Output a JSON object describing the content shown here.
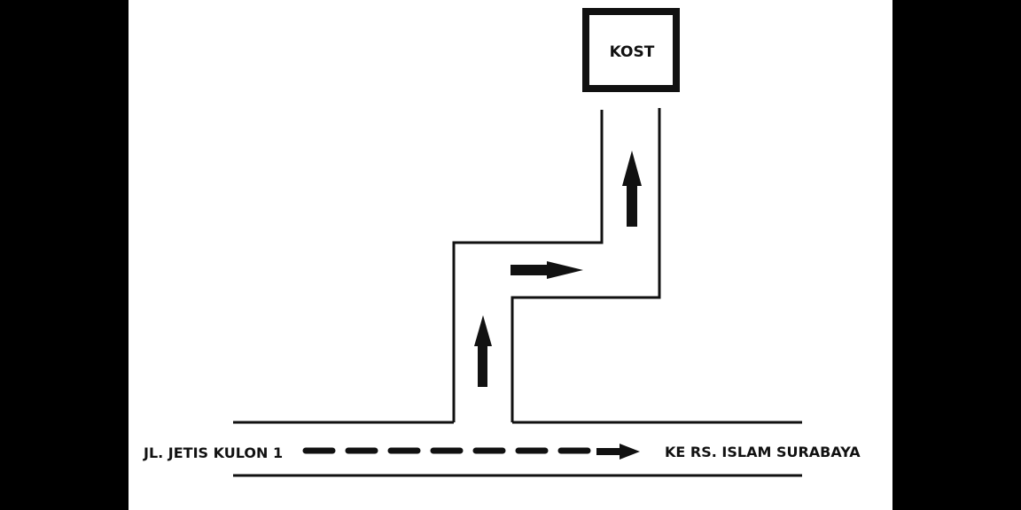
{
  "map": {
    "destination_label": "KOST",
    "street_label": "JL. JETIS KULON 1",
    "direction_label": "KE RS. ISLAM SURABAYA"
  },
  "colors": {
    "background": "#ffffff",
    "ink": "#111111",
    "side_bars": "#000000"
  }
}
